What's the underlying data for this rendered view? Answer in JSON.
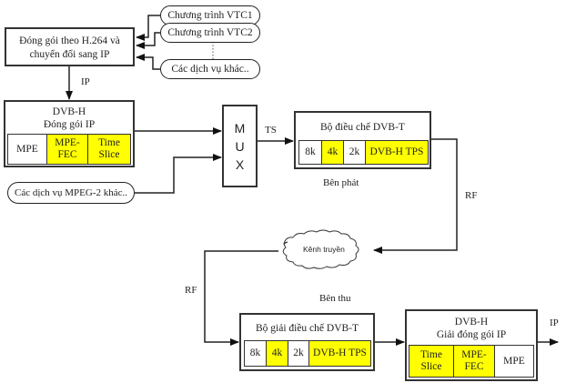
{
  "diagram": {
    "sources": {
      "vtc1": "Chương trình VTC1",
      "vtc2": "Chương trình VTC2",
      "other": "Các dịch vụ khác..",
      "mpeg2": "Các dịch vụ MPEG-2 khác.."
    },
    "encapsulate_h264": {
      "line1": "Đóng gói theo H.264 và",
      "line2": "chuyển đổi sang IP"
    },
    "dvbh_encap": {
      "title1": "DVB-H",
      "title2": "Đóng gói IP",
      "cells": [
        {
          "label": "MPE",
          "highlight": false
        },
        {
          "label1": "MPE-",
          "label2": "FEC",
          "highlight": true
        },
        {
          "label1": "Time",
          "label2": "Slice",
          "highlight": true
        }
      ]
    },
    "mux": {
      "letters": [
        "M",
        "U",
        "X"
      ]
    },
    "modulator": {
      "title": "Bộ điều chế DVB-T",
      "cells": [
        {
          "label": "8k",
          "highlight": false
        },
        {
          "label": "4k",
          "highlight": true
        },
        {
          "label": "2k",
          "highlight": false
        },
        {
          "label": "DVB-H TPS",
          "highlight": true
        }
      ]
    },
    "channel": "Kênh truyền",
    "demodulator": {
      "title": "Bộ giải điều chế DVB-T",
      "cells": [
        {
          "label": "8k",
          "highlight": false
        },
        {
          "label": "4k",
          "highlight": true
        },
        {
          "label": "2k",
          "highlight": false
        },
        {
          "label": "DVB-H TPS",
          "highlight": true
        }
      ]
    },
    "dvbh_decap": {
      "title1": "DVB-H",
      "title2": "Giải đóng gói IP",
      "cells": [
        {
          "label1": "Time",
          "label2": "Slice",
          "highlight": true
        },
        {
          "label1": "MPE-",
          "label2": "FEC",
          "highlight": true
        },
        {
          "label": "MPE",
          "highlight": false
        }
      ]
    },
    "labels": {
      "ip_top": "IP",
      "ts": "TS",
      "rf_right": "RF",
      "rf_left": "RF",
      "transmit_side": "Bên phát",
      "receive_side": "Bên thu",
      "ip_out": "IP"
    },
    "colors": {
      "highlight": "#ffff00",
      "line": "#222222"
    }
  }
}
